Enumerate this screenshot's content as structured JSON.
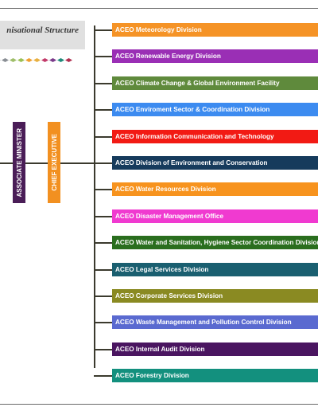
{
  "title": "nisational Structure",
  "diamond_colors": [
    "#9aa0a6",
    "#8a8f95",
    "#9fbe6a",
    "#9bbf53",
    "#f0a030",
    "#e8b040",
    "#c23a6a",
    "#7a3a8a",
    "#1f8a7a",
    "#b03050"
  ],
  "vertical_boxes": [
    {
      "label": "ASSOCIATE MINISTER",
      "color": "#4a1d57"
    },
    {
      "label": "CHIEF EXECUTIVE",
      "color": "#f29020"
    }
  ],
  "divisions": [
    {
      "label": "ACEO Meteorology Division",
      "color": "#f59326"
    },
    {
      "label": "ACEO Renewable Energy Division",
      "color": "#9a2fb5"
    },
    {
      "label": "ACEO Climate Change & Global Environment Facility",
      "color": "#5f8a3c"
    },
    {
      "label": "ACEO Enviroment Sector & Coordination Division",
      "color": "#3c8bf0"
    },
    {
      "label": "ACEO Information Communication and Technology",
      "color": "#f21a14"
    },
    {
      "label": "ACEO Division of Environment and Conservation",
      "color": "#163b5c"
    },
    {
      "label": "ACEO Water Resources Division",
      "color": "#f7931e"
    },
    {
      "label": "ACEO  Disaster Management Office",
      "color": "#f03ad0"
    },
    {
      "label": "ACEO Water and Sanitation, Hygiene Sector Coordination Division",
      "color": "#2a6e1e"
    },
    {
      "label": "ACEO Legal Services Division",
      "color": "#1a5f70"
    },
    {
      "label": "ACEO  Corporate Services Division",
      "color": "#8a8a22"
    },
    {
      "label": "ACEO  Waste Management and Pollution Control Division",
      "color": "#5a6ad0"
    },
    {
      "label": "ACEO  Internal Audit Division",
      "color": "#4a1560"
    },
    {
      "label": "ACEO   Forestry Division",
      "color": "#13907e"
    }
  ]
}
